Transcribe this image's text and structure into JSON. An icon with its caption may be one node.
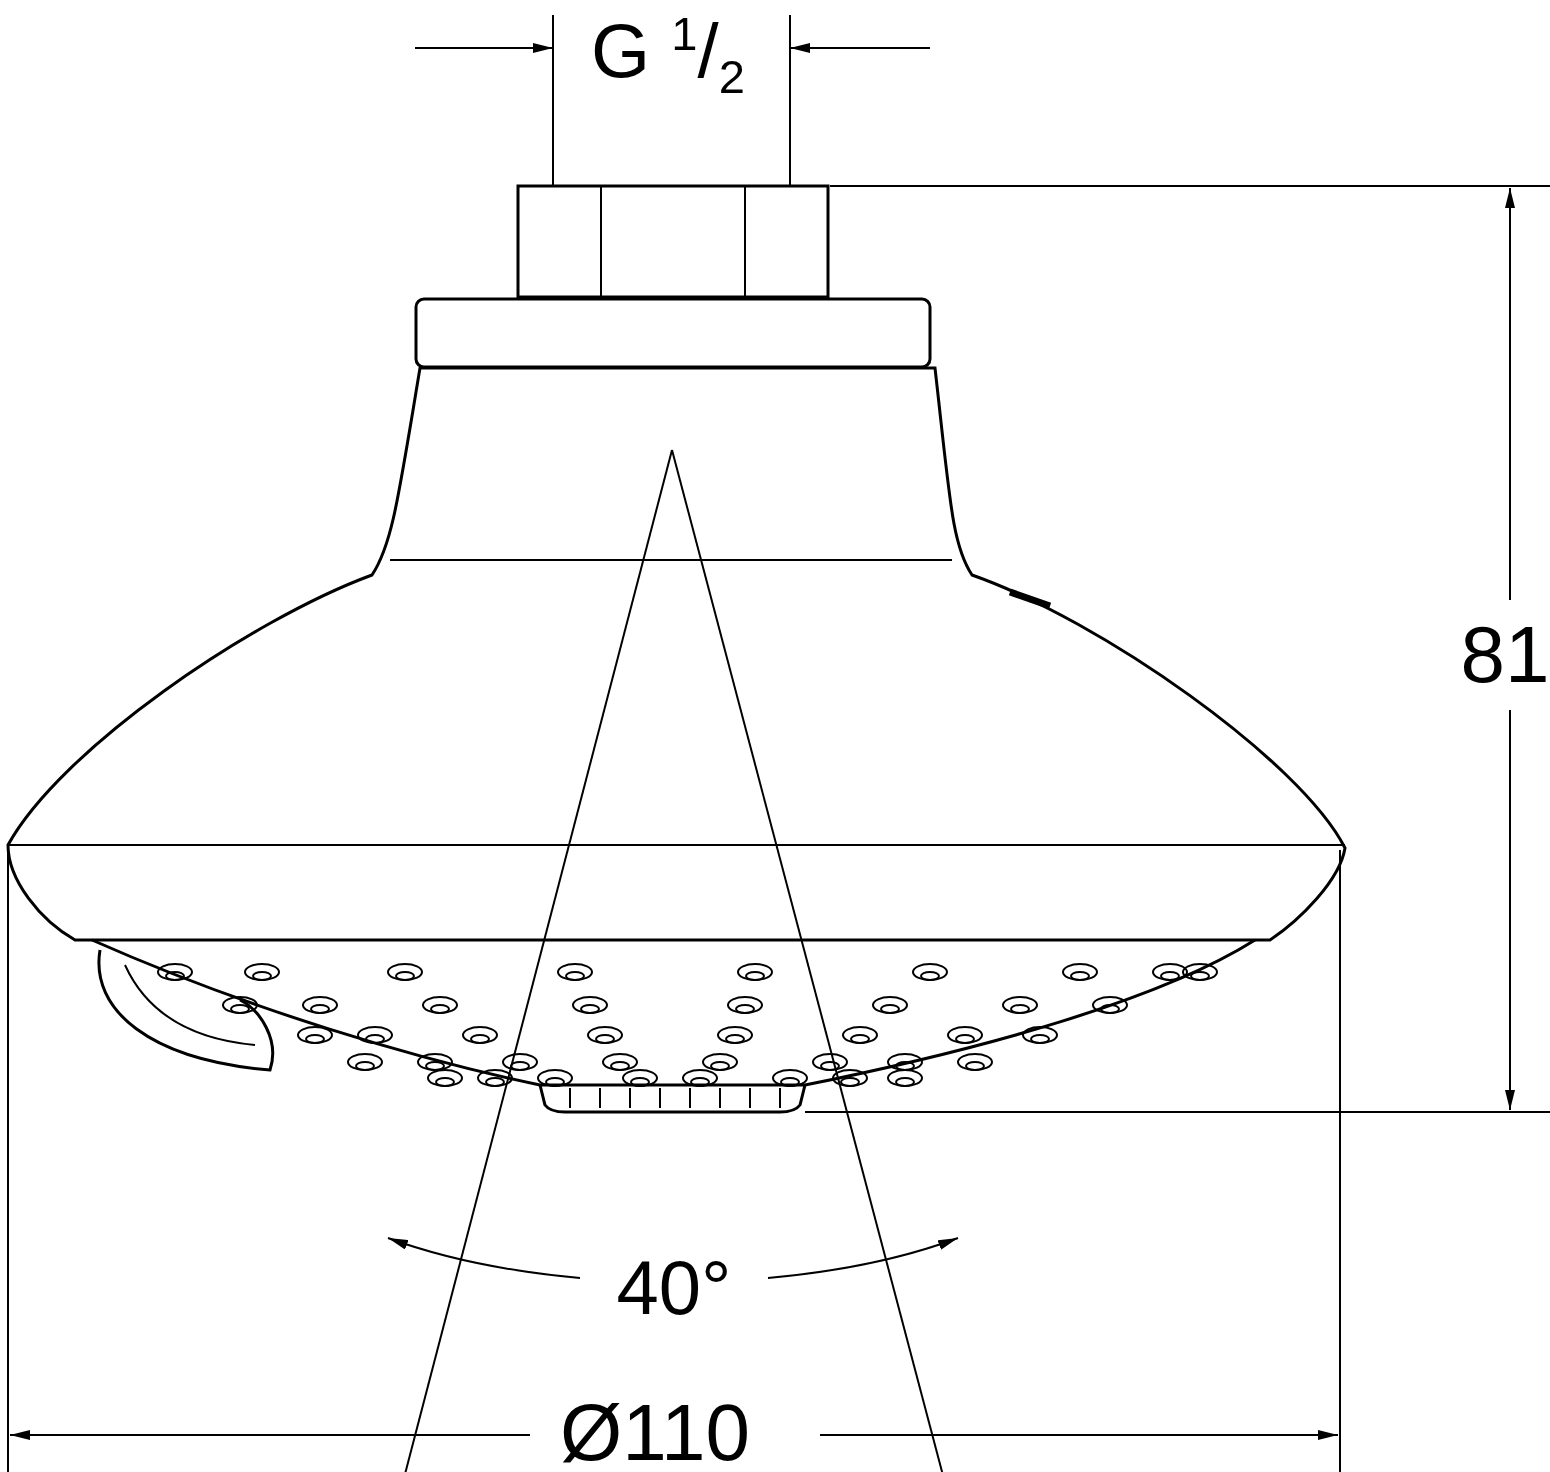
{
  "diagram": {
    "labels": [
      "G $^{1}$/$_{2}$",
      "81",
      "40°",
      "Ø110"
    ]
  }
}
